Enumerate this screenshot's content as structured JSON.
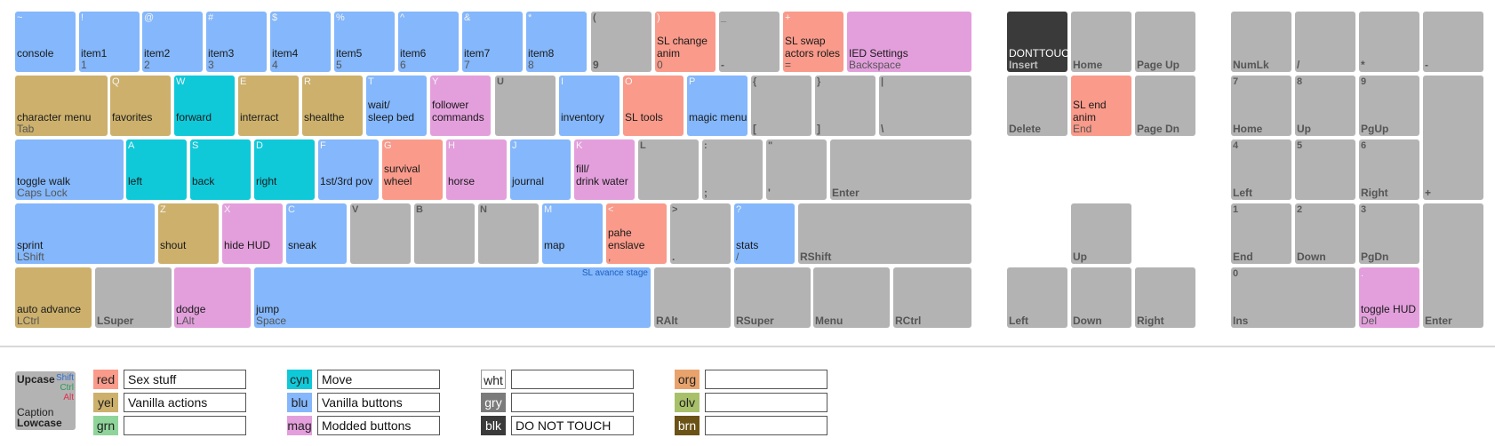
{
  "colors": {
    "red": "#f99a8a",
    "yel": "#ccb06c",
    "cyn": "#0fc9d9",
    "blu": "#84b7fb",
    "mag": "#e39fdc",
    "gry": "#b3b3b3",
    "blk": "#3a3a3a",
    "wht": "#ffffff",
    "org": "#e8a36c",
    "olv": "#a8c06a",
    "brn": "#6b5216",
    "grn": "#8fd49a",
    "gryswatch": "#7b7b7b"
  },
  "keys": [
    {
      "name": "key-tilde",
      "up": "~",
      "cap": "console",
      "low": "",
      "c": "blu"
    },
    {
      "name": "key-1",
      "up": "!",
      "cap": "item1",
      "low": "1",
      "c": "blu"
    },
    {
      "name": "key-2",
      "up": "@",
      "cap": "item2",
      "low": "2",
      "c": "blu"
    },
    {
      "name": "key-3",
      "up": "#",
      "cap": "item3",
      "low": "3",
      "c": "blu"
    },
    {
      "name": "key-4",
      "up": "$",
      "cap": "item4",
      "low": "4",
      "c": "blu"
    },
    {
      "name": "key-5",
      "up": "%",
      "cap": "item5",
      "low": "5",
      "c": "blu"
    },
    {
      "name": "key-6",
      "up": "^",
      "cap": "item6",
      "low": "6",
      "c": "blu"
    },
    {
      "name": "key-7",
      "up": "&",
      "cap": "item7",
      "low": "7",
      "c": "blu"
    },
    {
      "name": "key-8",
      "up": "*",
      "cap": "item8",
      "low": "8",
      "c": "blu"
    },
    {
      "name": "key-9",
      "up": "(",
      "cap": "",
      "low": "9",
      "c": "gry"
    },
    {
      "name": "key-0",
      "up": ")",
      "cap": "SL change\nanim",
      "low": "0",
      "c": "red"
    },
    {
      "name": "key-minus",
      "up": "_",
      "cap": "",
      "low": "-",
      "c": "gry"
    },
    {
      "name": "key-equals",
      "up": "+",
      "cap": "SL swap\nactors roles",
      "low": "=",
      "c": "red"
    },
    {
      "name": "key-backspace",
      "up": "",
      "cap": "IED Settings",
      "low": "Backspace",
      "c": "mag"
    },
    {
      "name": "key-tab",
      "up": "",
      "cap": "character menu",
      "low": "Tab",
      "c": "yel"
    },
    {
      "name": "key-q",
      "up": "Q",
      "cap": "favorites",
      "low": "",
      "c": "yel"
    },
    {
      "name": "key-w",
      "up": "W",
      "cap": "forward",
      "low": "",
      "c": "cyn"
    },
    {
      "name": "key-e",
      "up": "E",
      "cap": "interract",
      "low": "",
      "c": "yel"
    },
    {
      "name": "key-r",
      "up": "R",
      "cap": "shealthe",
      "low": "",
      "c": "yel"
    },
    {
      "name": "key-t",
      "up": "T",
      "cap": "wait/\nsleep bed",
      "low": "",
      "c": "blu"
    },
    {
      "name": "key-y",
      "up": "Y",
      "cap": "follower\ncommands",
      "low": "",
      "c": "mag"
    },
    {
      "name": "key-u",
      "up": "U",
      "cap": "",
      "low": "",
      "c": "gry"
    },
    {
      "name": "key-i",
      "up": "I",
      "cap": "inventory",
      "low": "",
      "c": "blu"
    },
    {
      "name": "key-o",
      "up": "O",
      "cap": "SL tools",
      "low": "",
      "c": "red"
    },
    {
      "name": "key-p",
      "up": "P",
      "cap": "magic menu",
      "low": "",
      "c": "blu"
    },
    {
      "name": "key-lbracket",
      "up": "{",
      "cap": "",
      "low": "[",
      "c": "gry"
    },
    {
      "name": "key-rbracket",
      "up": "}",
      "cap": "",
      "low": "]",
      "c": "gry"
    },
    {
      "name": "key-backslash",
      "up": "|",
      "cap": "",
      "low": "\\",
      "c": "gry"
    },
    {
      "name": "key-capslock",
      "up": "",
      "cap": "toggle walk",
      "low": "Caps Lock",
      "c": "blu"
    },
    {
      "name": "key-a",
      "up": "A",
      "cap": "left",
      "low": "",
      "c": "cyn"
    },
    {
      "name": "key-s",
      "up": "S",
      "cap": "back",
      "low": "",
      "c": "cyn"
    },
    {
      "name": "key-d",
      "up": "D",
      "cap": "right",
      "low": "",
      "c": "cyn"
    },
    {
      "name": "key-f",
      "up": "F",
      "cap": "1st/3rd pov",
      "low": "",
      "c": "blu"
    },
    {
      "name": "key-g",
      "up": "G",
      "cap": "survival\nwheel",
      "low": "",
      "c": "red"
    },
    {
      "name": "key-h",
      "up": "H",
      "cap": "horse",
      "low": "",
      "c": "mag"
    },
    {
      "name": "key-j",
      "up": "J",
      "cap": "journal",
      "low": "",
      "c": "blu"
    },
    {
      "name": "key-k",
      "up": "K",
      "cap": "fill/\ndrink water",
      "low": "",
      "c": "mag"
    },
    {
      "name": "key-l",
      "up": "L",
      "cap": "",
      "low": "",
      "c": "gry"
    },
    {
      "name": "key-semicolon",
      "up": ":",
      "cap": "",
      "low": ";",
      "c": "gry"
    },
    {
      "name": "key-quote",
      "up": "\"",
      "cap": "",
      "low": "'",
      "c": "gry"
    },
    {
      "name": "key-enter",
      "up": "",
      "cap": "",
      "low": "Enter",
      "c": "gry"
    },
    {
      "name": "key-lshift",
      "up": "",
      "cap": "sprint",
      "low": "LShift",
      "c": "blu"
    },
    {
      "name": "key-z",
      "up": "Z",
      "cap": "shout",
      "low": "",
      "c": "yel"
    },
    {
      "name": "key-x",
      "up": "X",
      "cap": "hide HUD",
      "low": "",
      "c": "mag"
    },
    {
      "name": "key-c",
      "up": "C",
      "cap": "sneak",
      "low": "",
      "c": "blu"
    },
    {
      "name": "key-v",
      "up": "V",
      "cap": "",
      "low": "",
      "c": "gry"
    },
    {
      "name": "key-b",
      "up": "B",
      "cap": "",
      "low": "",
      "c": "gry"
    },
    {
      "name": "key-n",
      "up": "N",
      "cap": "",
      "low": "",
      "c": "gry"
    },
    {
      "name": "key-m",
      "up": "M",
      "cap": "map",
      "low": "",
      "c": "blu"
    },
    {
      "name": "key-comma",
      "up": "<",
      "cap": "pahe\nenslave",
      "low": ",",
      "c": "red"
    },
    {
      "name": "key-period",
      "up": ">",
      "cap": "",
      "low": ".",
      "c": "gry"
    },
    {
      "name": "key-slash",
      "up": "?",
      "cap": "stats",
      "low": "/",
      "c": "blu"
    },
    {
      "name": "key-rshift",
      "up": "",
      "cap": "",
      "low": "RShift",
      "c": "gry"
    },
    {
      "name": "key-lctrl",
      "up": "",
      "cap": "auto advance",
      "low": "LCtrl",
      "c": "yel"
    },
    {
      "name": "key-lsuper",
      "up": "",
      "cap": "",
      "low": "LSuper",
      "c": "gry"
    },
    {
      "name": "key-lalt",
      "up": "",
      "cap": "dodge",
      "low": "LAlt",
      "c": "mag"
    },
    {
      "name": "key-space",
      "up": "",
      "cap": "jump",
      "low": "Space",
      "c": "blu",
      "corner": "SL avance stage"
    },
    {
      "name": "key-ralt",
      "up": "",
      "cap": "",
      "low": "RAlt",
      "c": "gry"
    },
    {
      "name": "key-rsuper",
      "up": "",
      "cap": "",
      "low": "RSuper",
      "c": "gry"
    },
    {
      "name": "key-menu",
      "up": "",
      "cap": "",
      "low": "Menu",
      "c": "gry"
    },
    {
      "name": "key-rctrl",
      "up": "",
      "cap": "",
      "low": "RCtrl",
      "c": "gry"
    },
    {
      "name": "key-insert",
      "up": "",
      "cap": "DONTTOUCH",
      "low": "Insert",
      "c": "blk"
    },
    {
      "name": "key-home",
      "up": "",
      "cap": "",
      "low": "Home",
      "c": "gry"
    },
    {
      "name": "key-pageup",
      "up": "",
      "cap": "",
      "low": "Page Up",
      "c": "gry"
    },
    {
      "name": "key-delete",
      "up": "",
      "cap": "",
      "low": "Delete",
      "c": "gry"
    },
    {
      "name": "key-end",
      "up": "",
      "cap": "SL end\nanim",
      "low": "End",
      "c": "red"
    },
    {
      "name": "key-pagedown",
      "up": "",
      "cap": "",
      "low": "Page Dn",
      "c": "gry"
    },
    {
      "name": "key-arrow-up",
      "up": "",
      "cap": "",
      "low": "Up",
      "c": "gry"
    },
    {
      "name": "key-arrow-left",
      "up": "",
      "cap": "",
      "low": "Left",
      "c": "gry"
    },
    {
      "name": "key-arrow-down",
      "up": "",
      "cap": "",
      "low": "Down",
      "c": "gry"
    },
    {
      "name": "key-arrow-right",
      "up": "",
      "cap": "",
      "low": "Right",
      "c": "gry"
    },
    {
      "name": "key-numlock",
      "up": "",
      "cap": "",
      "low": "NumLk",
      "c": "gry"
    },
    {
      "name": "key-num-divide",
      "up": "",
      "cap": "",
      "low": "/",
      "c": "gry"
    },
    {
      "name": "key-num-multiply",
      "up": "",
      "cap": "",
      "low": "*",
      "c": "gry"
    },
    {
      "name": "key-num-minus",
      "up": "",
      "cap": "",
      "low": "-",
      "c": "gry"
    },
    {
      "name": "key-num-7",
      "up": "7",
      "cap": "",
      "low": "Home",
      "c": "gry"
    },
    {
      "name": "key-num-8",
      "up": "8",
      "cap": "",
      "low": "Up",
      "c": "gry"
    },
    {
      "name": "key-num-9",
      "up": "9",
      "cap": "",
      "low": "PgUp",
      "c": "gry"
    },
    {
      "name": "key-num-plus",
      "up": "",
      "cap": "",
      "low": "+",
      "c": "gry"
    },
    {
      "name": "key-num-4",
      "up": "4",
      "cap": "",
      "low": "Left",
      "c": "gry"
    },
    {
      "name": "key-num-5",
      "up": "5",
      "cap": "",
      "low": "",
      "c": "gry"
    },
    {
      "name": "key-num-6",
      "up": "6",
      "cap": "",
      "low": "Right",
      "c": "gry"
    },
    {
      "name": "key-num-1",
      "up": "1",
      "cap": "",
      "low": "End",
      "c": "gry"
    },
    {
      "name": "key-num-2",
      "up": "2",
      "cap": "",
      "low": "Down",
      "c": "gry"
    },
    {
      "name": "key-num-3",
      "up": "3",
      "cap": "",
      "low": "PgDn",
      "c": "gry"
    },
    {
      "name": "key-num-enter",
      "up": "",
      "cap": "",
      "low": "Enter",
      "c": "gry"
    },
    {
      "name": "key-num-0",
      "up": "0",
      "cap": "",
      "low": "Ins",
      "c": "gry"
    },
    {
      "name": "key-num-decimal",
      "up": ".",
      "cap": "toggle HUD",
      "low": "Del",
      "c": "mag"
    }
  ],
  "legend": {
    "example": {
      "upcase": "Upcase",
      "shift": "Shift",
      "ctrl": "Ctrl",
      "alt": "Alt",
      "caption": "Caption",
      "lowcase": "Lowcase"
    },
    "items": [
      {
        "code": "red",
        "label": "Sex stuff"
      },
      {
        "code": "yel",
        "label": "Vanilla actions"
      },
      {
        "code": "grn",
        "label": ""
      },
      {
        "code": "cyn",
        "label": "Move"
      },
      {
        "code": "blu",
        "label": "Vanilla buttons"
      },
      {
        "code": "mag",
        "label": "Modded buttons"
      },
      {
        "code": "wht",
        "label": ""
      },
      {
        "code": "gry",
        "label": ""
      },
      {
        "code": "blk",
        "label": "DO NOT TOUCH"
      },
      {
        "code": "org",
        "label": ""
      },
      {
        "code": "olv",
        "label": ""
      },
      {
        "code": "brn",
        "label": ""
      }
    ]
  }
}
